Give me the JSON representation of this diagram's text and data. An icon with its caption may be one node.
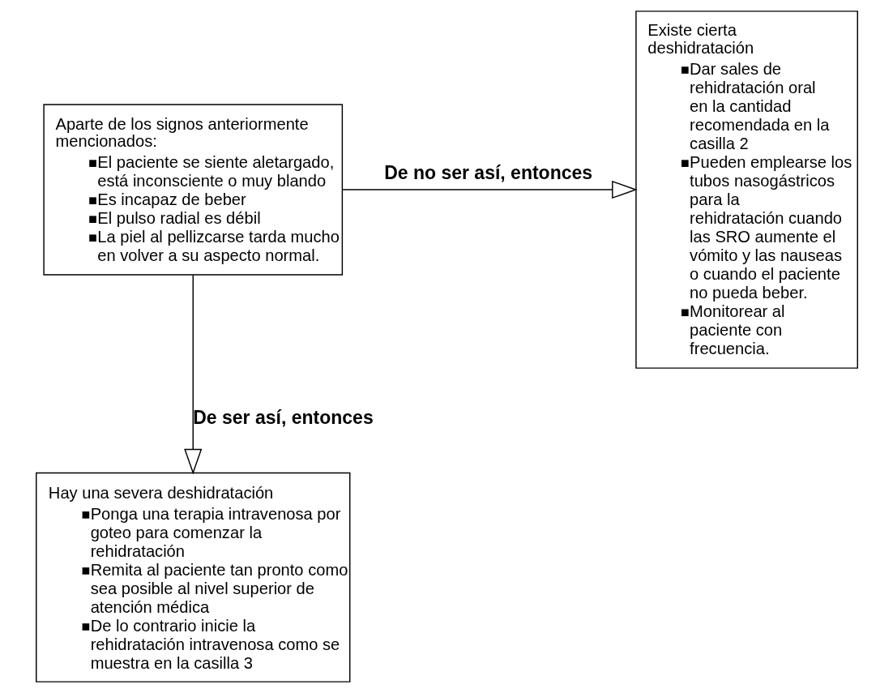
{
  "diagram": {
    "nodes": [
      {
        "text": [
          "Aparte de los signos anteriormente mencionados:",
          "El paciente se siente aletargado, está inconsciente o muy blando",
          "Es incapaz de beber",
          "El pulso radial es débil",
          "La piel al pellizcarse tarda mucho en volver a su aspecto normal."
        ]
      },
      {
        "text": [
          "Hay una severa deshidratación",
          "Ponga una terapia intravenosa por goteo para comenzar la rehidratación",
          "Remita al paciente tan pronto como sea posible al nivel superior de atención médica",
          "De lo contrario inicie la rehidratación intravenosa como se muestra en la casilla 3"
        ]
      },
      {
        "text": [
          "Existe cierta deshidratación",
          "Dar sales de rehidratación oral en la cantidad recomendada en la casilla 2",
          "Pueden emplearse los tubos nasogástricos para la rehidratación cuando las SRO aumente el vómito y las nauseas o cuando el paciente no pueda beber.",
          "Monitorear al paciente con frecuencia."
        ]
      }
    ],
    "edges": [
      {
        "from": 0,
        "to": 1,
        "arrow": "to",
        "label": "De ser así, entonces"
      },
      {
        "from": 0,
        "to": 2,
        "arrow": "to",
        "label": "De no ser así, entonces"
      }
    ]
  }
}
